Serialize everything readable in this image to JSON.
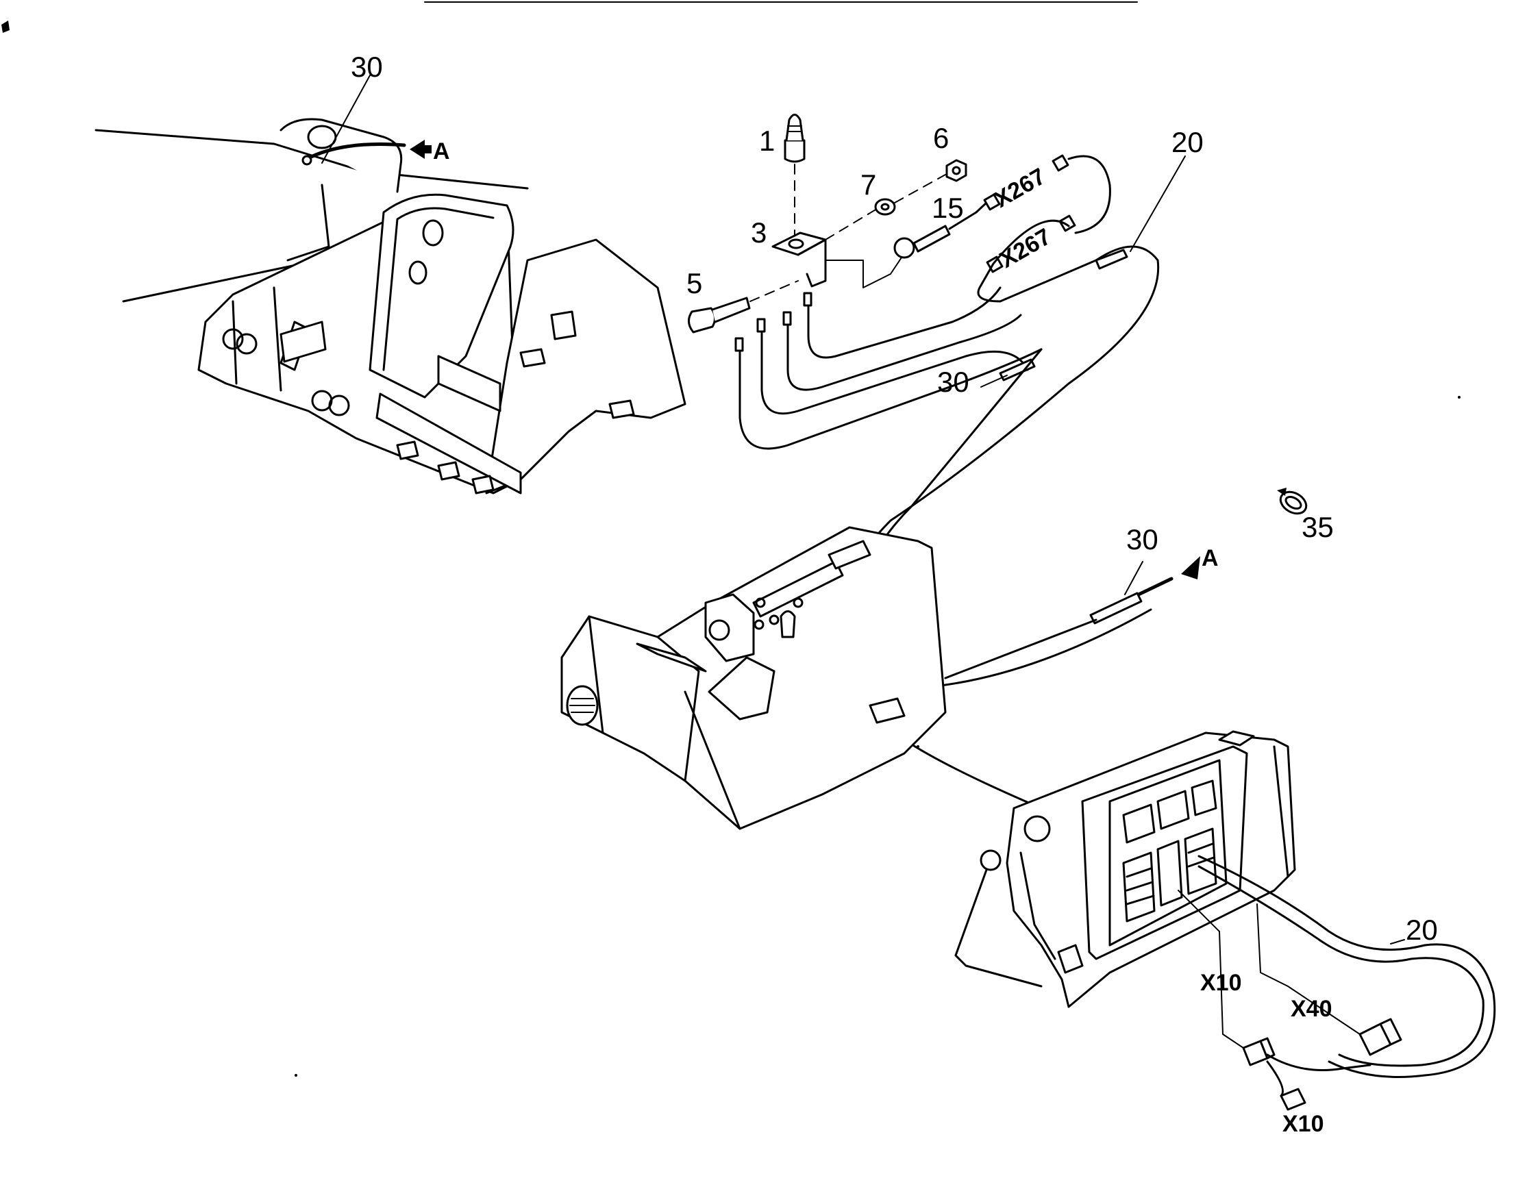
{
  "diagram": {
    "callouts": {
      "c1": "1",
      "c3": "3",
      "c5": "5",
      "c6": "6",
      "c7": "7",
      "c15": "15",
      "c20_top": "20",
      "c20_bottom": "20",
      "c30_top": "30",
      "c30_mid": "30",
      "c30_right": "30",
      "c35": "35",
      "a_top": "A",
      "a_right": "A"
    },
    "connectors": {
      "x267_upper": "X267",
      "x267_lower": "X267",
      "x10_upper": "X10",
      "x10_lower": "X10",
      "x40": "X40"
    }
  }
}
